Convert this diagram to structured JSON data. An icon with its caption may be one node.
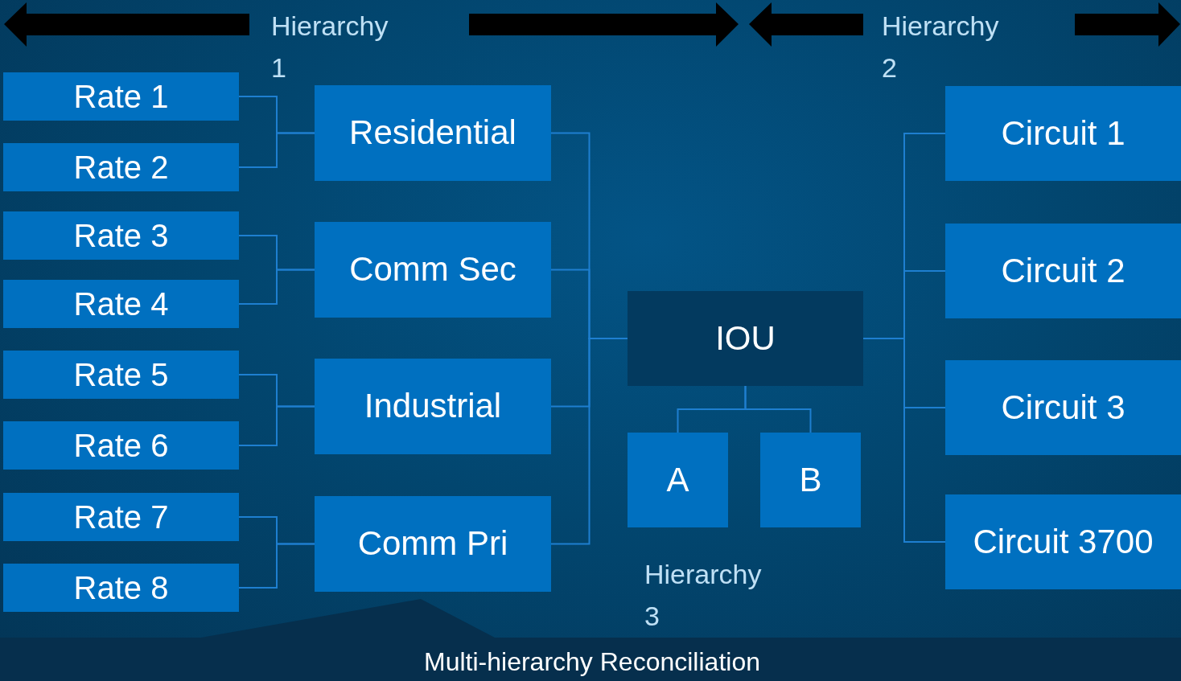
{
  "diagram": {
    "nodes": [
      {
        "text": [
          "Rate 1"
        ]
      },
      {
        "text": [
          "Rate 2"
        ]
      },
      {
        "text": [
          "Rate 3"
        ]
      },
      {
        "text": [
          "Rate 4"
        ]
      },
      {
        "text": [
          "Rate 5"
        ]
      },
      {
        "text": [
          "Rate 6"
        ]
      },
      {
        "text": [
          "Rate 7"
        ]
      },
      {
        "text": [
          "Rate 8"
        ]
      },
      {
        "text": [
          "Residential"
        ]
      },
      {
        "text": [
          "Comm Sec"
        ]
      },
      {
        "text": [
          "Industrial"
        ]
      },
      {
        "text": [
          "Comm Pri"
        ]
      },
      {
        "text": [
          "IOU"
        ]
      },
      {
        "text": [
          "A"
        ]
      },
      {
        "text": [
          "B"
        ]
      },
      {
        "text": [
          "Circuit 1"
        ]
      },
      {
        "text": [
          "Circuit 2"
        ]
      },
      {
        "text": [
          "Circuit 3"
        ]
      },
      {
        "text": [
          "Circuit 3700"
        ]
      }
    ],
    "edges": [
      {
        "from": 0,
        "to": 8,
        "arrow": "none"
      },
      {
        "from": 1,
        "to": 8,
        "arrow": "none"
      },
      {
        "from": 2,
        "to": 9,
        "arrow": "none"
      },
      {
        "from": 3,
        "to": 9,
        "arrow": "none"
      },
      {
        "from": 4,
        "to": 10,
        "arrow": "none"
      },
      {
        "from": 5,
        "to": 10,
        "arrow": "none"
      },
      {
        "from": 6,
        "to": 11,
        "arrow": "none"
      },
      {
        "from": 7,
        "to": 11,
        "arrow": "none"
      },
      {
        "from": 8,
        "to": 12,
        "arrow": "none"
      },
      {
        "from": 9,
        "to": 12,
        "arrow": "none"
      },
      {
        "from": 10,
        "to": 12,
        "arrow": "none"
      },
      {
        "from": 11,
        "to": 12,
        "arrow": "none"
      },
      {
        "from": 12,
        "to": 13,
        "arrow": "none"
      },
      {
        "from": 12,
        "to": 14,
        "arrow": "none"
      },
      {
        "from": 12,
        "to": 15,
        "arrow": "none"
      },
      {
        "from": 12,
        "to": 16,
        "arrow": "none"
      },
      {
        "from": 12,
        "to": 17,
        "arrow": "none"
      },
      {
        "from": 12,
        "to": 18,
        "arrow": "none"
      }
    ],
    "labels": [
      "Hierarchy 1",
      "Hierarchy 2",
      "Hierarchy 3",
      "Multi-hierarchy Reconciliation"
    ]
  }
}
